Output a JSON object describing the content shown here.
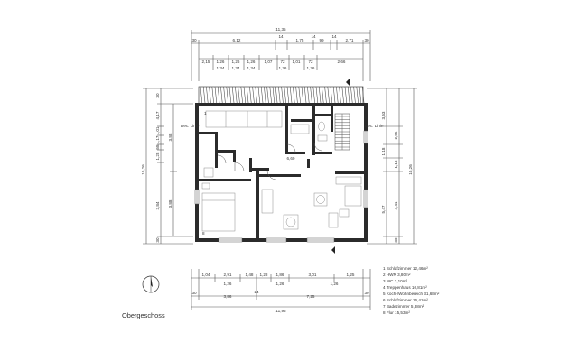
{
  "drawing": {
    "title": "Obergeschoss",
    "top_dims": {
      "overall": "11,35",
      "row1": [
        "30",
        "6,12",
        "14",
        "1,75",
        "14",
        "99",
        "14",
        "2,71",
        "30"
      ],
      "row2": [
        "2,15",
        "1,26",
        "1,26",
        "1,26",
        "1,07",
        "72",
        "1,01",
        "72",
        "2,66"
      ],
      "row2_sub": [
        "1,34",
        "1,34",
        "1,34",
        "1,26",
        "1,26"
      ]
    },
    "bottom_dims": {
      "row1": [
        "1,04",
        "2,91",
        "1,48",
        "1,28",
        "1,86",
        "3,01",
        "1,25"
      ],
      "row1_sub": [
        "1,26",
        "1,26",
        "1,26"
      ],
      "row2": [
        "30",
        "3,86",
        "24",
        "7,25",
        "30"
      ],
      "overall": "11,95"
    },
    "left_dims": {
      "overall": "10,26",
      "segments": [
        "30",
        "4,17",
        "1,01",
        "1,17",
        "58",
        "1,28",
        "3,84",
        "30"
      ],
      "inner": [
        "3,88",
        "3,88"
      ]
    },
    "right_dims": {
      "overall": "10,26",
      "segments": [
        "3,63",
        "1,18",
        "2,55",
        "1,18",
        "4,41",
        "30"
      ],
      "inner": [
        "5,47"
      ]
    },
    "labels": {
      "dim_inner": "6,60",
      "room_1": "1",
      "room_8": "8",
      "side_left": "Dec. Linie",
      "side_right": "Dec. Linie"
    },
    "legend": [
      "1  Schlafzimmer 12,46m²",
      "2  HWR 3,80m²",
      "3  WC 3,10m²",
      "4  Treppenhaus 10,81m²",
      "5  Koch-/Wohnbereich 31,68m²",
      "6  Schlafzimmer 16,41m²",
      "7  Badezimmer 5,88m²",
      "8  Flur 15,53m²"
    ]
  }
}
